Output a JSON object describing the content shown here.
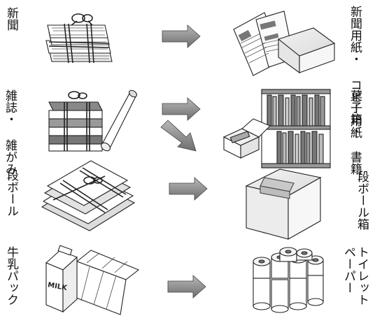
{
  "rows": [
    {
      "source_label": [
        "新聞"
      ],
      "target_label": [
        "新聞用紙・",
        "コピー用紙"
      ]
    },
    {
      "source_label": [
        "雑誌・",
        "雑がみ"
      ],
      "target_label": [
        "菓子箱・",
        "書籍"
      ]
    },
    {
      "source_label": [
        "段ボール"
      ],
      "target_label": [
        "段ボール箱"
      ]
    },
    {
      "source_label": [
        "牛乳パック"
      ],
      "target_label": [
        "トイレット",
        "ペーパー"
      ]
    }
  ],
  "milk_carton_text": "MILK"
}
